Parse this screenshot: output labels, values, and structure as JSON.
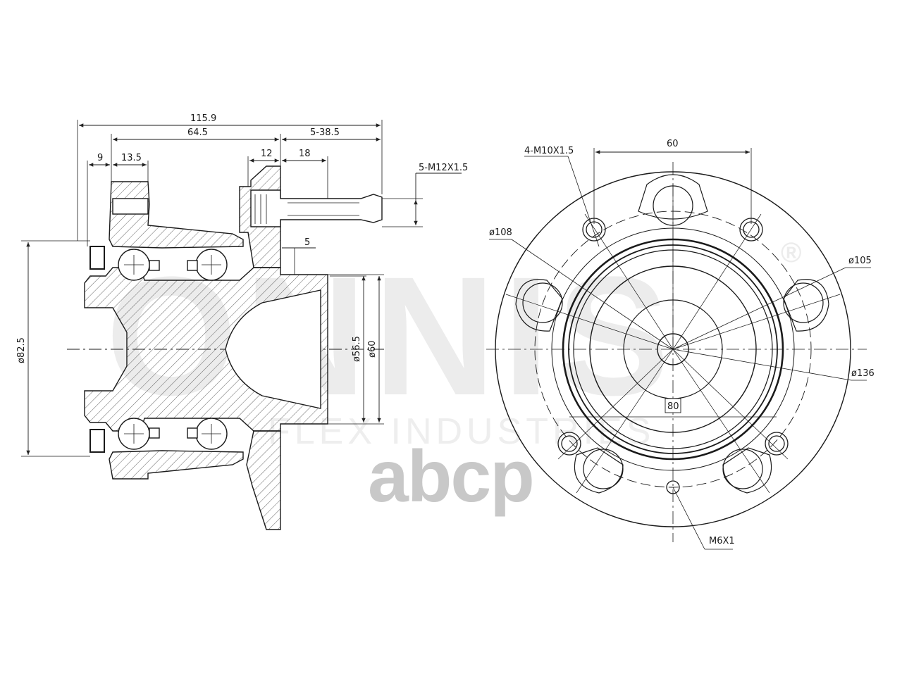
{
  "watermark": {
    "brand_letters": "ONNIS",
    "registered_mark": "®",
    "tagline": "FLEX INDUSTRIES",
    "logo_text": "abcp"
  },
  "side_view": {
    "dim_overall_length": "115.9",
    "dim_flange_to_stud": "64.5",
    "dim_stud_projection": "5-38.5",
    "dim_9": "9",
    "dim_13_5": "13.5",
    "dim_12": "12",
    "dim_18": "18",
    "dim_stud_thread": "5-M12X1.5",
    "dim_5": "5",
    "dim_outer_diameter": "ø82.5",
    "dim_pilot_diameter": "ø56.5",
    "dim_hub_diameter": "ø60"
  },
  "front_view": {
    "dim_60": "60",
    "dim_bolt_thread": "4-M10X1.5",
    "dim_108": "ø108",
    "dim_105": "ø105",
    "dim_136": "ø136",
    "dim_80": "80",
    "dim_m6": "M6X1"
  }
}
